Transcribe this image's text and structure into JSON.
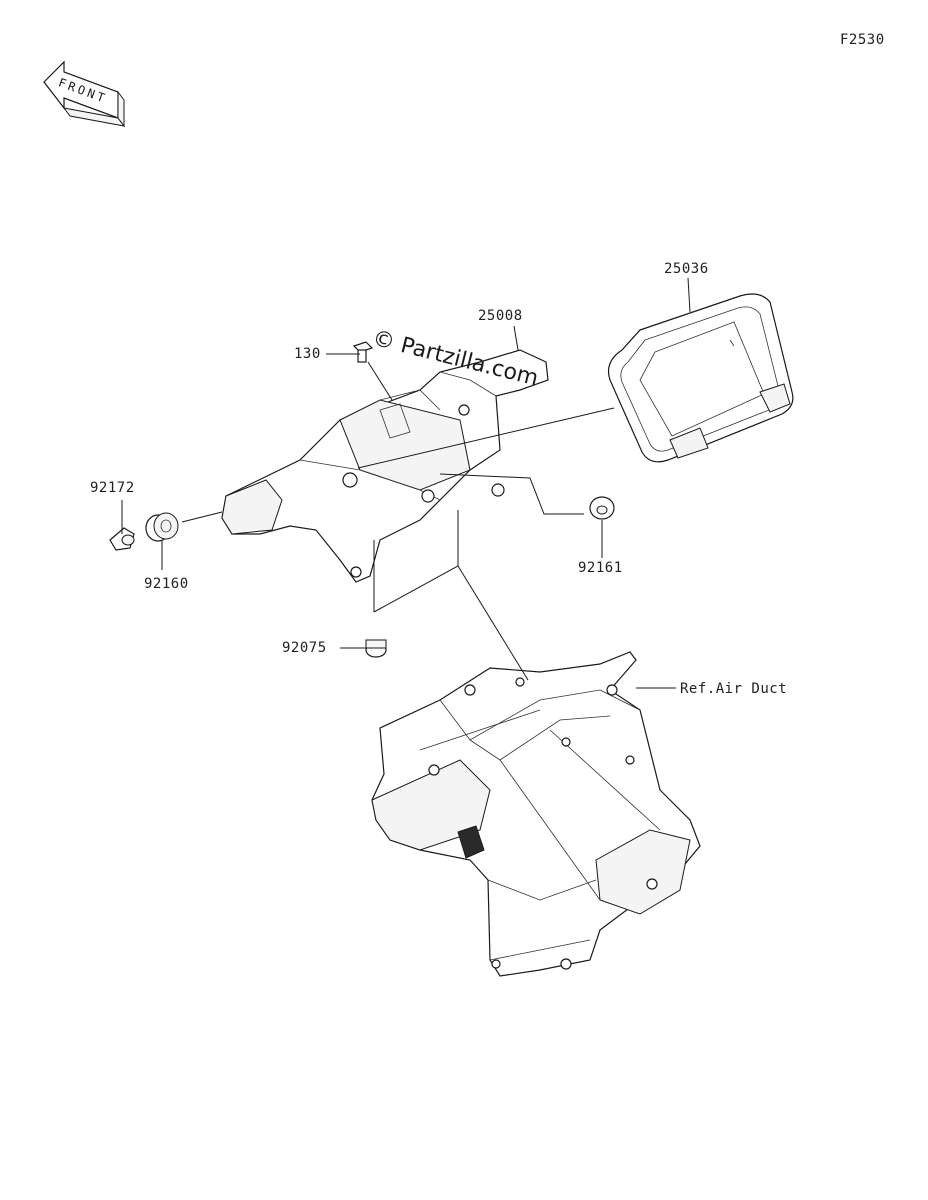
{
  "figure_code": "F2530",
  "front_arrow_label": "FRONT",
  "watermark": "© Partzilla.com",
  "callouts": {
    "p25036": "25036",
    "p25008": "25008",
    "p130": "130",
    "p92172": "92172",
    "p92160": "92160",
    "p92161": "92161",
    "p92075": "92075",
    "ref_air_duct": "Ref.Air Duct"
  }
}
